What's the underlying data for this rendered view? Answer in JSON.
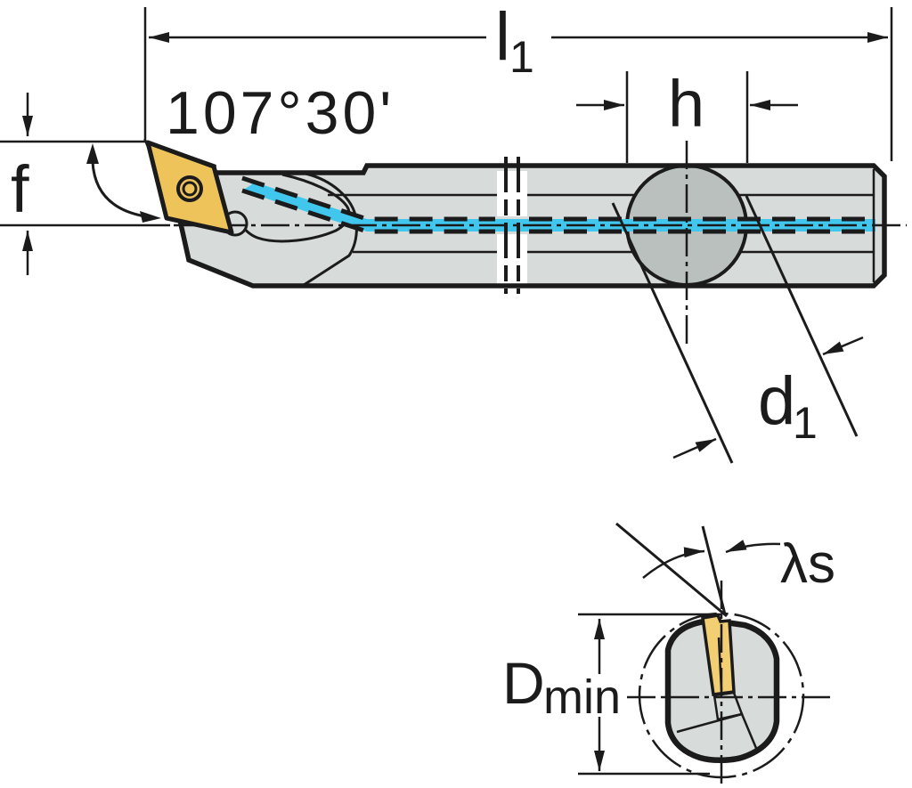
{
  "drawing": {
    "kind": "boring-bar-dimension-drawing",
    "views": [
      "side-view",
      "end-view"
    ]
  },
  "labels": {
    "overall_length": {
      "base": "l",
      "sub": "1"
    },
    "edge_offset": "f",
    "entering_angle": "107°30'",
    "shank_height": "h",
    "bar_diameter": {
      "base": "d",
      "sub": "1"
    },
    "min_bore_diameter": {
      "base": "D",
      "sub": "min"
    },
    "inclination_angle": "λs"
  },
  "colors": {
    "ink": "#1b1b1b",
    "body": "#d7dbd9",
    "body-dark": "#b9c0be",
    "insert": "#eec45a",
    "insert-end": "#f3cf74",
    "coolant": "#41c7ee",
    "paper": "#ffffff"
  }
}
